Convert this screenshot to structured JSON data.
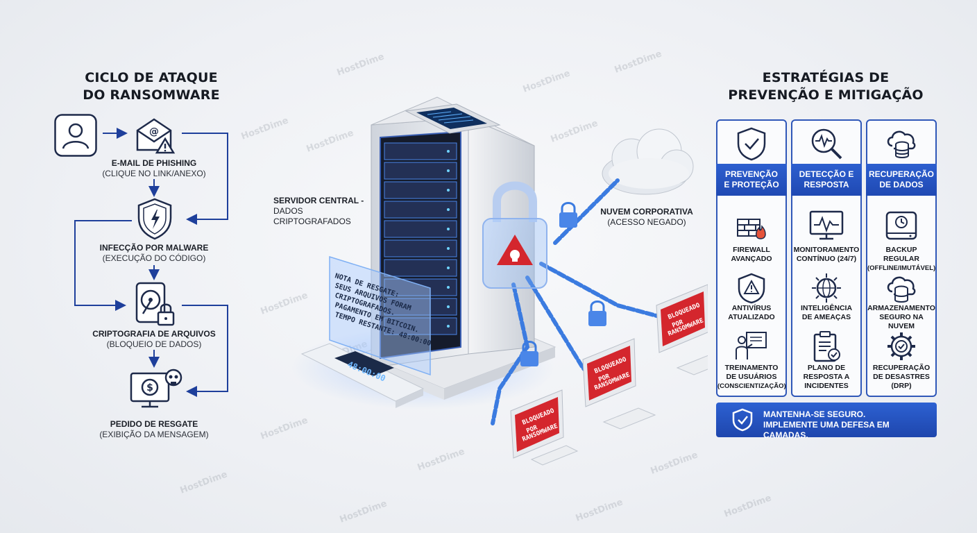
{
  "left": {
    "title_line1": "CICLO DE ATAQUE",
    "title_line2": "DO RANSOMWARE",
    "steps": [
      {
        "label": "E-MAIL DE PHISHING",
        "sub": "(CLIQUE NO LINK/ANEXO)",
        "icon": "phishing-email-icon"
      },
      {
        "label": "INFECÇÃO POR MALWARE",
        "sub": "(EXECUÇÃO DO CÓDIGO)",
        "icon": "malware-shield-icon"
      },
      {
        "label": "CRIPTOGRAFIA DE ARQUIVOS",
        "sub": "(BLOQUEIO DE DADOS)",
        "icon": "locked-disk-icon"
      },
      {
        "label": "PEDIDO DE RESGATE",
        "sub": "(EXIBIÇÃO DA MENSAGEM)",
        "icon": "ransom-monitor-icon"
      }
    ]
  },
  "center": {
    "server_label_line1": "SERVIDOR CENTRAL -",
    "server_label_line2": "DADOS CRIPTOGRAFADOS",
    "cloud_label_line1": "NUVEM CORPORATIVA",
    "cloud_label_line2": "(ACESSO NEGADO)",
    "ransom_note": [
      "NOTA DE RESGATE:",
      "SEUS ARQUIVOS FORAM",
      "CRIPTOGRAFADOS.",
      "PAGAMENTO EM BITCOIN.",
      "TEMPO RESTANTE: 48:00:00"
    ],
    "timer": "48:00:00",
    "blocked_screen_line1": "BLOQUEADO",
    "blocked_screen_line2": "POR",
    "blocked_screen_line3": "RANSOMWARE"
  },
  "right": {
    "title_line1": "ESTRATÉGIAS DE",
    "title_line2": "PREVENÇÃO E MITIGAÇÃO",
    "columns": [
      {
        "header_line1": "PREVENÇÃO",
        "header_line2": "E PROTEÇÃO",
        "items": [
          {
            "line1": "FIREWALL",
            "line2": "AVANÇADO",
            "line3": ""
          },
          {
            "line1": "ANTIVÍRUS",
            "line2": "ATUALIZADO",
            "line3": ""
          },
          {
            "line1": "TREINAMENTO",
            "line2": "DE USUÁRIOS",
            "line3": "(CONSCIENTIZAÇÃO)"
          }
        ]
      },
      {
        "header_line1": "DETECÇÃO E",
        "header_line2": "RESPOSTA",
        "items": [
          {
            "line1": "MONITORAMENTO",
            "line2": "CONTÍNUO (24/7)",
            "line3": ""
          },
          {
            "line1": "INTELIGÊNCIA",
            "line2": "DE AMEAÇAS",
            "line3": ""
          },
          {
            "line1": "PLANO DE",
            "line2": "RESPOSTA A",
            "line3": "INCIDENTES"
          }
        ]
      },
      {
        "header_line1": "RECUPERAÇÃO",
        "header_line2": "DE DADOS",
        "items": [
          {
            "line1": "BACKUP",
            "line2": "REGULAR",
            "line3": "(OFFLINE/IMUTÁVEL)"
          },
          {
            "line1": "ARMAZENAMENTO",
            "line2": "SEGURO NA NUVEM",
            "line3": ""
          },
          {
            "line1": "RECUPERAÇÃO",
            "line2": "DE DESASTRES",
            "line3": "(DRP)"
          }
        ]
      }
    ],
    "banner_line1": "MANTENHA-SE SEGURO.",
    "banner_line2": "IMPLEMENTE UMA DEFESA EM CAMADAS."
  },
  "watermark": "HostDime",
  "colors": {
    "accent": "#2f57b8",
    "flow": "#1e3f9b",
    "alert": "#d4262d",
    "chain": "#3b7be0"
  }
}
